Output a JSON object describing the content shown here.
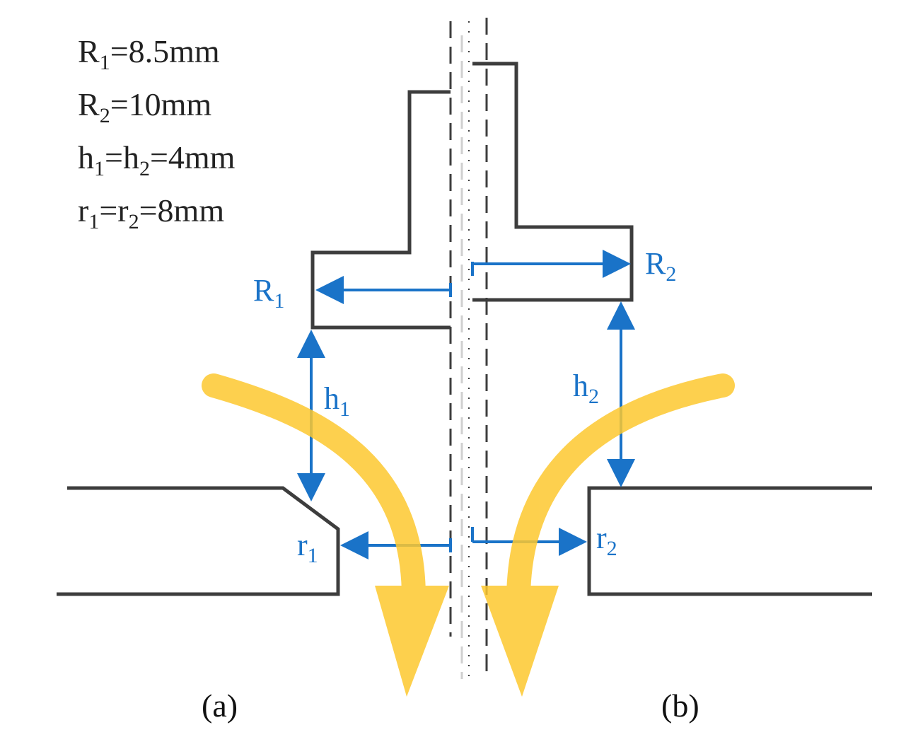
{
  "parameters": {
    "R1": {
      "symbol": "R",
      "sub": "1",
      "rest": "=8.5mm"
    },
    "R2": {
      "symbol": "R",
      "sub": "2",
      "rest": "=10mm"
    },
    "h": {
      "a": "h",
      "a_sub": "1",
      "mid": "=h",
      "b_sub": "2",
      "rest": "=4mm"
    },
    "r": {
      "a": "r",
      "a_sub": "1",
      "mid": "=r",
      "b_sub": "2",
      "rest": "=8mm"
    }
  },
  "labels": {
    "R1": {
      "symbol": "R",
      "sub": "1"
    },
    "R2": {
      "symbol": "R",
      "sub": "2"
    },
    "h1": {
      "symbol": "h",
      "sub": "1"
    },
    "h2": {
      "symbol": "h",
      "sub": "2"
    },
    "r1": {
      "symbol": "r",
      "sub": "1"
    },
    "r2": {
      "symbol": "r",
      "sub": "2"
    }
  },
  "captions": {
    "a": "(a)",
    "b": "(b)"
  },
  "colors": {
    "dimension": "#1a73c8",
    "flow": "#fdc82f",
    "wall": "#3d3d3d",
    "axis": "#3d3d3d"
  }
}
